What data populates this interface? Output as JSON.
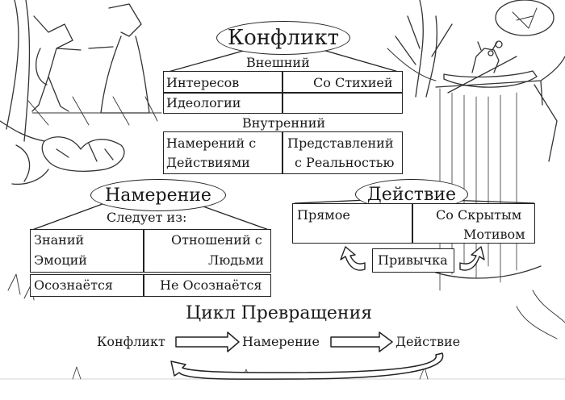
{
  "conflict": {
    "title": "Конфликт",
    "external": {
      "label": "Внешний",
      "cells": [
        "Интересов",
        "Со Стихией",
        "Идеологии"
      ]
    },
    "internal": {
      "label": "Внутренний",
      "left": [
        "Намерений с",
        "Действиями"
      ],
      "right": [
        "Представлений",
        "с Реальностью"
      ]
    }
  },
  "intention": {
    "title": "Намерение",
    "subtitle": "Следует из:",
    "left": [
      "Знаний",
      "Эмоций"
    ],
    "right": [
      "Отношений с",
      "Людьми"
    ],
    "bottom": [
      "Осознаётся",
      "Не Осознаётся"
    ]
  },
  "action": {
    "title": "Действие",
    "left": "Прямое",
    "right": [
      "Со Скрытым",
      "Мотивом"
    ],
    "habit": "Привычка"
  },
  "cycle": {
    "title": "Цикл Превращения",
    "steps": [
      "Конфликт",
      "Намерение",
      "Действие"
    ]
  }
}
